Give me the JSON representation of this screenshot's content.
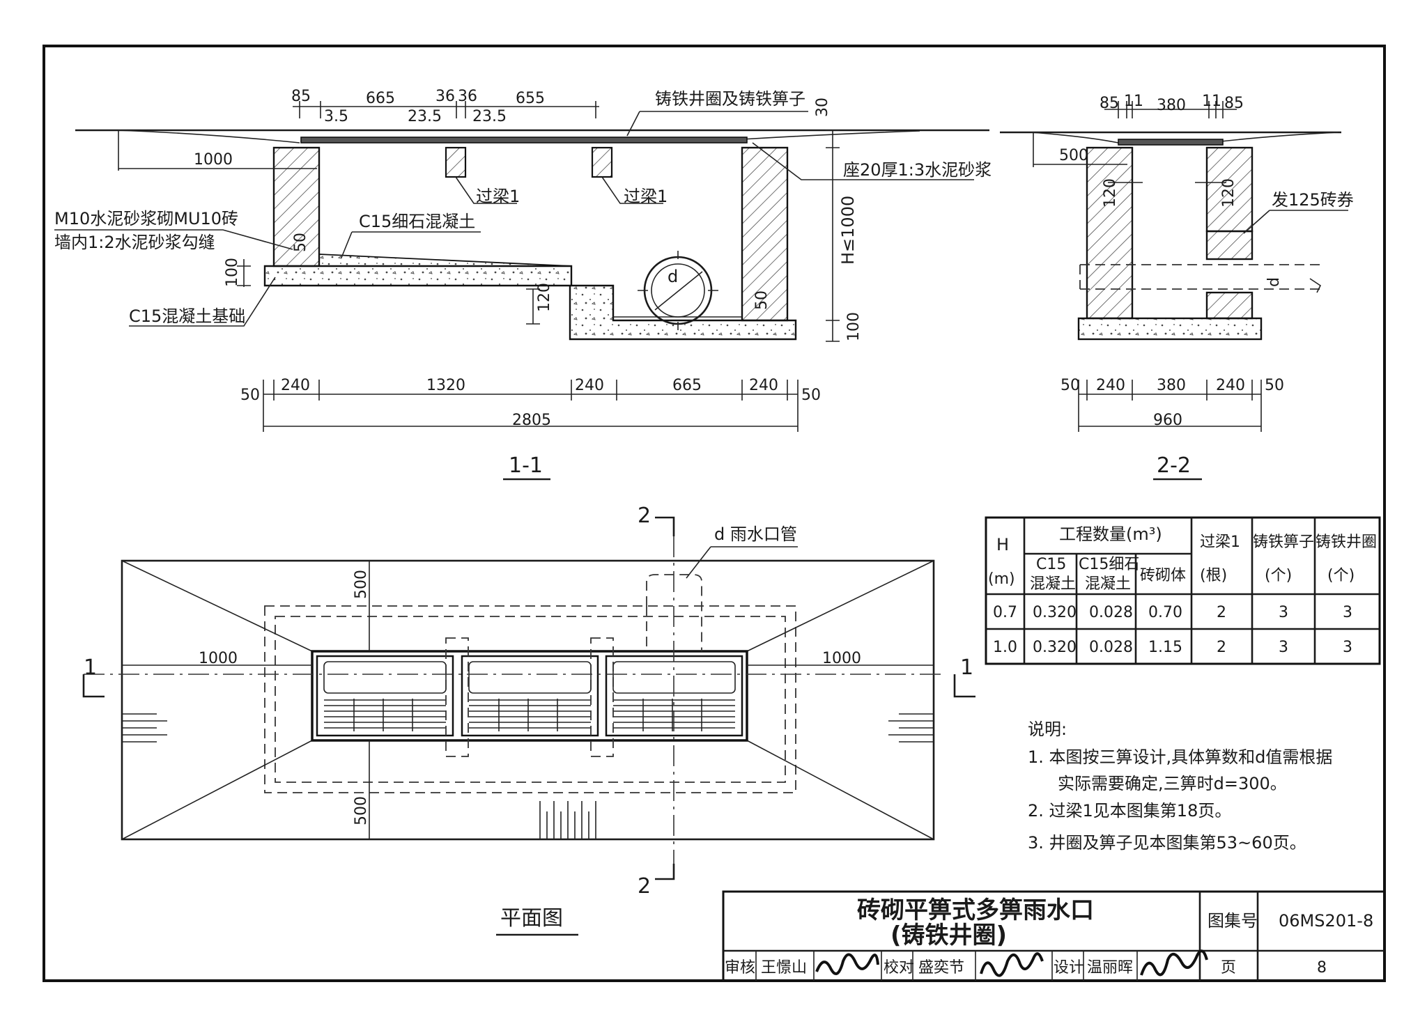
{
  "section11": {
    "top_dims": [
      "85",
      "665",
      "36",
      "36",
      "655"
    ],
    "top_sub_dims": [
      "3.5",
      "23.5",
      "23.5"
    ],
    "offset_1000": "1000",
    "dim_30": "30",
    "H_label": "H≤1000",
    "dim_100": "100",
    "dim_100_left": "100",
    "dim_120": "120",
    "dim_50a": "50",
    "dim_50b": "50",
    "pipe_d": "d",
    "callout_grate": "铸铁井圈及铸铁箅子",
    "callout_beam1": "过梁1",
    "callout_beam2": "过梁1",
    "callout_mortar": "座20厚1:3水泥砂浆",
    "callout_brick_1": "M10水泥砂浆砌MU10砖",
    "callout_brick_2": "墙内1:2水泥砂浆勾缝",
    "callout_fine_concrete": "C15细石混凝土",
    "callout_base": "C15混凝土基础",
    "bottom_dims": [
      "50",
      "240",
      "1320",
      "240",
      "665",
      "240",
      "50"
    ],
    "total": "2805",
    "title": "1-1"
  },
  "section22": {
    "top_dims": [
      "85",
      "11",
      "380",
      "11",
      "85"
    ],
    "dim_500": "500",
    "dim_120a": "120",
    "dim_120b": "120",
    "pipe_d": "d",
    "callout_arch": "发125砖券",
    "bottom_dims": [
      "50",
      "240",
      "380",
      "240",
      "50"
    ],
    "total": "960",
    "title": "2-2"
  },
  "plan": {
    "title": "平面图",
    "pipe_label": "d  雨水口管",
    "cut1_left": "1",
    "cut1_right": "1",
    "cut2_top": "2",
    "cut2_bottom": "2",
    "dim_left_1000": "1000",
    "dim_right_1000": "1000",
    "dim_top_500": "500",
    "dim_bottom_500": "500"
  },
  "table": {
    "head_H": "H",
    "head_H_unit": "(m)",
    "head_qty": "工程数量(m³)",
    "head_c15_1": "C15",
    "head_c15_2": "混凝土",
    "head_c15fine_1": "C15细石",
    "head_c15fine_2": "混凝土",
    "head_brick": "砖砌体",
    "head_beam": "过梁1",
    "head_beam_unit": "(根)",
    "head_grate": "铸铁箅子",
    "head_grate_unit": "(个)",
    "head_ring": "铸铁井圈",
    "head_ring_unit": "(个)",
    "rows": [
      [
        "0.7",
        "0.320",
        "0.028",
        "0.70",
        "2",
        "3",
        "3"
      ],
      [
        "1.0",
        "0.320",
        "0.028",
        "1.15",
        "2",
        "3",
        "3"
      ]
    ]
  },
  "notes": {
    "title": "说明:",
    "n1a": "1. 本图按三箅设计,具体箅数和d值需根据",
    "n1b": "实际需要确定,三箅时d=300。",
    "n2": "2. 过梁1见本图集第18页。",
    "n3": "3. 井圈及箅子见本图集第53~60页。"
  },
  "titleblock": {
    "main_title": "砖砌平箅式多箅雨水口",
    "sub_title": "(铸铁井圈)",
    "atlas_label": "图集号",
    "atlas_no": "06MS201-8",
    "review_label": "审核",
    "reviewer": "王憬山",
    "check_label": "校对",
    "checker": "盛奕节",
    "design_label": "设计",
    "designer": "温丽晖",
    "page_label": "页",
    "page_no": "8"
  }
}
